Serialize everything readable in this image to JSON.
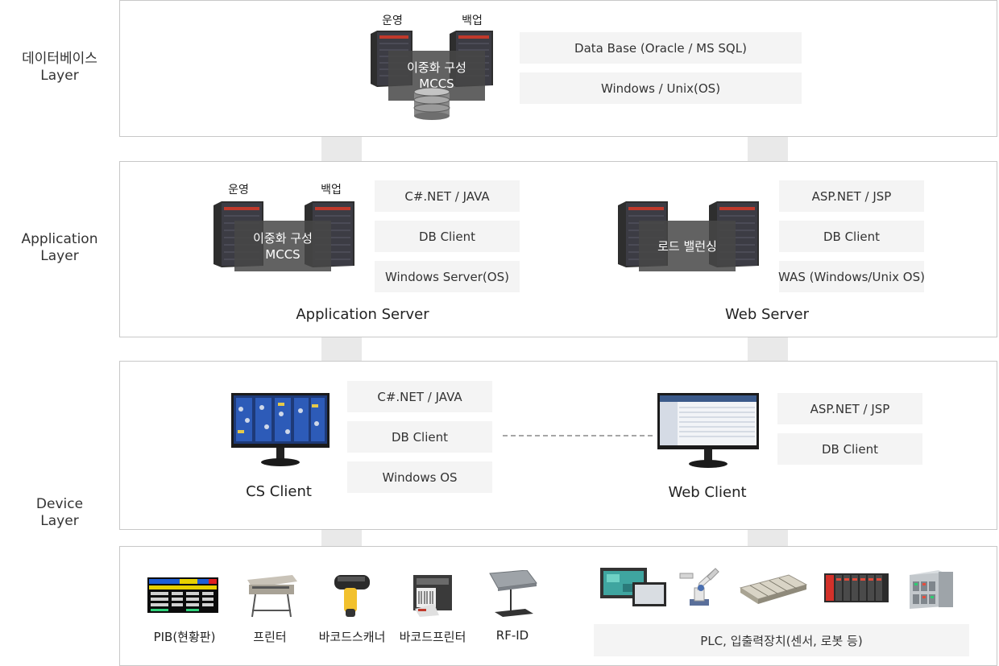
{
  "layers": {
    "database": [
      "데이터베이스",
      "Layer"
    ],
    "application": [
      "Application",
      "Layer"
    ],
    "device": [
      "Device",
      "Layer"
    ]
  },
  "database": {
    "server_labels": {
      "primary": "운영",
      "backup": "백업"
    },
    "overlay": [
      "이중화 구성",
      "MCCS"
    ],
    "tags": [
      "Data Base (Oracle / MS SQL)",
      "Windows / Unix(OS)"
    ]
  },
  "app_server": {
    "server_labels": {
      "primary": "운영",
      "backup": "백업"
    },
    "overlay": [
      "이중화 구성",
      "MCCS"
    ],
    "tags": [
      "C#.NET / JAVA",
      "DB Client",
      "Windows Server(OS)"
    ],
    "title": "Application Server"
  },
  "web_server": {
    "overlay": "로드 밸런싱",
    "tags": [
      "ASP.NET / JSP",
      "DB Client",
      "WAS (Windows/Unix OS)"
    ],
    "title": "Web Server"
  },
  "cs_client": {
    "tags": [
      "C#.NET / JAVA",
      "DB Client",
      "Windows OS"
    ],
    "title": "CS Client"
  },
  "web_client": {
    "tags": [
      "ASP.NET / JSP",
      "DB Client"
    ],
    "title": "Web Client"
  },
  "devices": {
    "items": [
      "PIB(현황판)",
      "프린터",
      "바코드스캐너",
      "바코드프린터",
      "RF-ID"
    ],
    "plc_label": "PLC, 입출력장치(센서, 로봇 등)"
  },
  "colors": {
    "panel_border": "#c8c8c8",
    "tag_bg": "#f4f4f4",
    "connector": "#e9e9e9",
    "overlay": "#464646"
  }
}
